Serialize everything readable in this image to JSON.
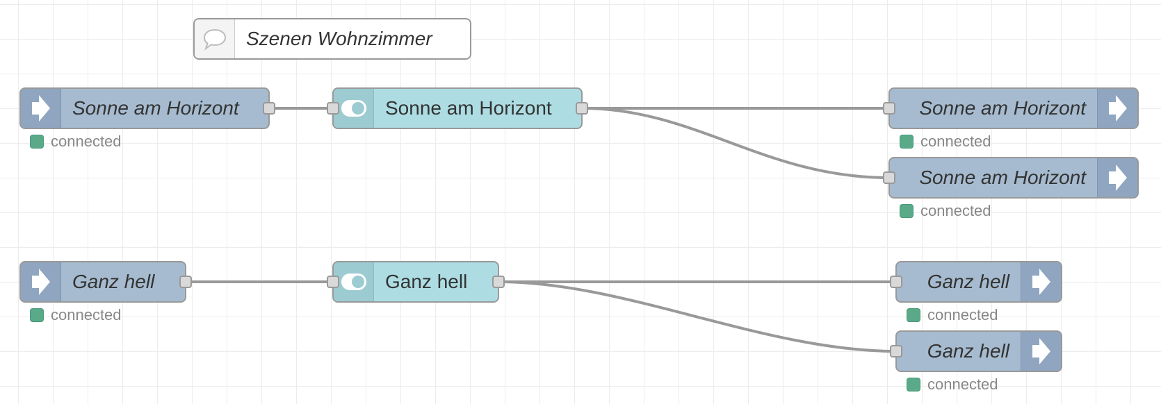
{
  "comment": {
    "label": "Szenen Wohnzimmer",
    "icon": "speech-bubble-icon"
  },
  "flows": [
    {
      "input": {
        "label": "Sonne am Horizont",
        "status": "connected"
      },
      "toggle": {
        "label": "Sonne am Horizont"
      },
      "outputs": [
        {
          "label": "Sonne am Horizont",
          "status": "connected"
        },
        {
          "label": "Sonne am Horizont",
          "status": "connected"
        }
      ]
    },
    {
      "input": {
        "label": "Ganz hell",
        "status": "connected"
      },
      "toggle": {
        "label": "Ganz hell"
      },
      "outputs": [
        {
          "label": "Ganz hell",
          "status": "connected"
        },
        {
          "label": "Ganz hell",
          "status": "connected"
        }
      ]
    }
  ],
  "colors": {
    "link_node": "#a6bbcf",
    "toggle_node": "#addde3",
    "status_connected": "#5aaa8a",
    "wire": "#999999"
  }
}
